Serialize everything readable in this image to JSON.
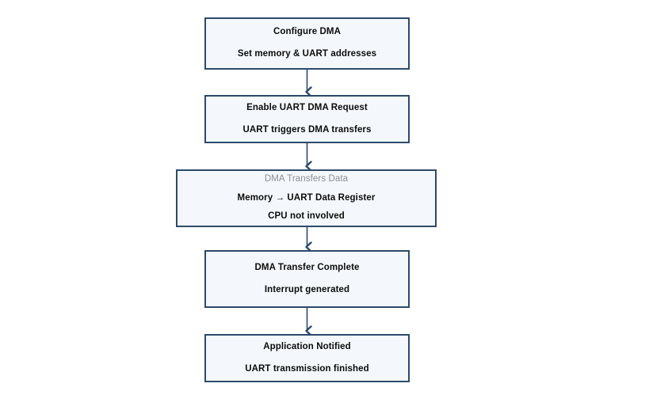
{
  "diagram": {
    "type": "flowchart",
    "orientation": "vertical",
    "background_color": "#ffffff",
    "node_fill_color": "#f4f8fc",
    "node_border_color": "#2d4a6b",
    "connector_color": "#2d4a6b",
    "muted_text_color": "#8a8f96",
    "text_color": "#0c0c0c",
    "nodes": [
      {
        "id": "configure-dma",
        "title": "Configure DMA",
        "subtitle": "Set memory & UART addresses"
      },
      {
        "id": "enable-uart-dma-request",
        "title": "Enable UART DMA Request",
        "subtitle": "UART triggers DMA transfers"
      },
      {
        "id": "dma-transfers-data",
        "title": "DMA Transfers Data",
        "subtitle": "Memory → UART Data Register",
        "subtitle2": "CPU not involved"
      },
      {
        "id": "dma-transfer-complete",
        "title": "DMA Transfer Complete",
        "subtitle": "Interrupt generated"
      },
      {
        "id": "application-notified",
        "title": "Application Notified",
        "subtitle": "UART transmission finished"
      }
    ],
    "connectors": [
      {
        "id": "arrow-1",
        "from": "configure-dma",
        "to": "enable-uart-dma-request"
      },
      {
        "id": "arrow-2",
        "from": "enable-uart-dma-request",
        "to": "dma-transfers-data"
      },
      {
        "id": "arrow-3",
        "from": "dma-transfers-data",
        "to": "dma-transfer-complete"
      },
      {
        "id": "arrow-4",
        "from": "dma-transfer-complete",
        "to": "application-notified"
      }
    ]
  }
}
